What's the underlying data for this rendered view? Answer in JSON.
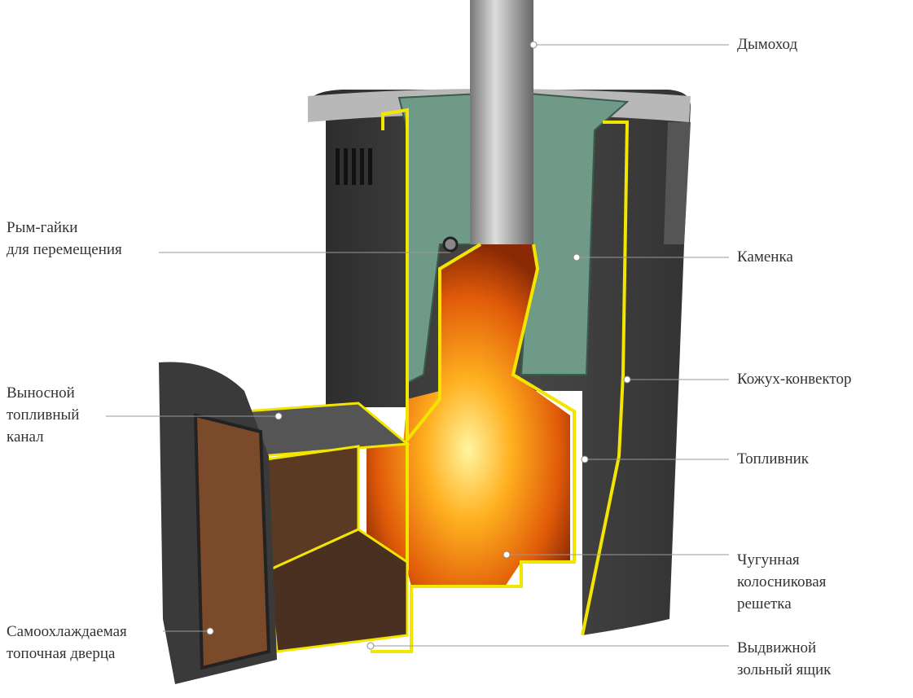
{
  "labels": {
    "chimney": "Дымоход",
    "eye_nuts_1": "Рым-гайки",
    "eye_nuts_2": "для перемещения",
    "heater": "Каменка",
    "convector": "Кожух-конвектор",
    "firebox": "Топливник",
    "grate_1": "Чугунная",
    "grate_2": "колосниковая",
    "grate_3": "решетка",
    "ashbox_1": "Выдвижной",
    "ashbox_2": "зольный ящик",
    "channel_1": "Выносной",
    "channel_2": "топливный",
    "channel_3": "канал",
    "door_1": "Самоохлаждаемая",
    "door_2": "топочная дверца"
  },
  "colors": {
    "outline": "#f2e600",
    "body": "#3a3a3a",
    "fire": "#f07a10",
    "stones": "#6f9a88",
    "leader": "#999999"
  }
}
